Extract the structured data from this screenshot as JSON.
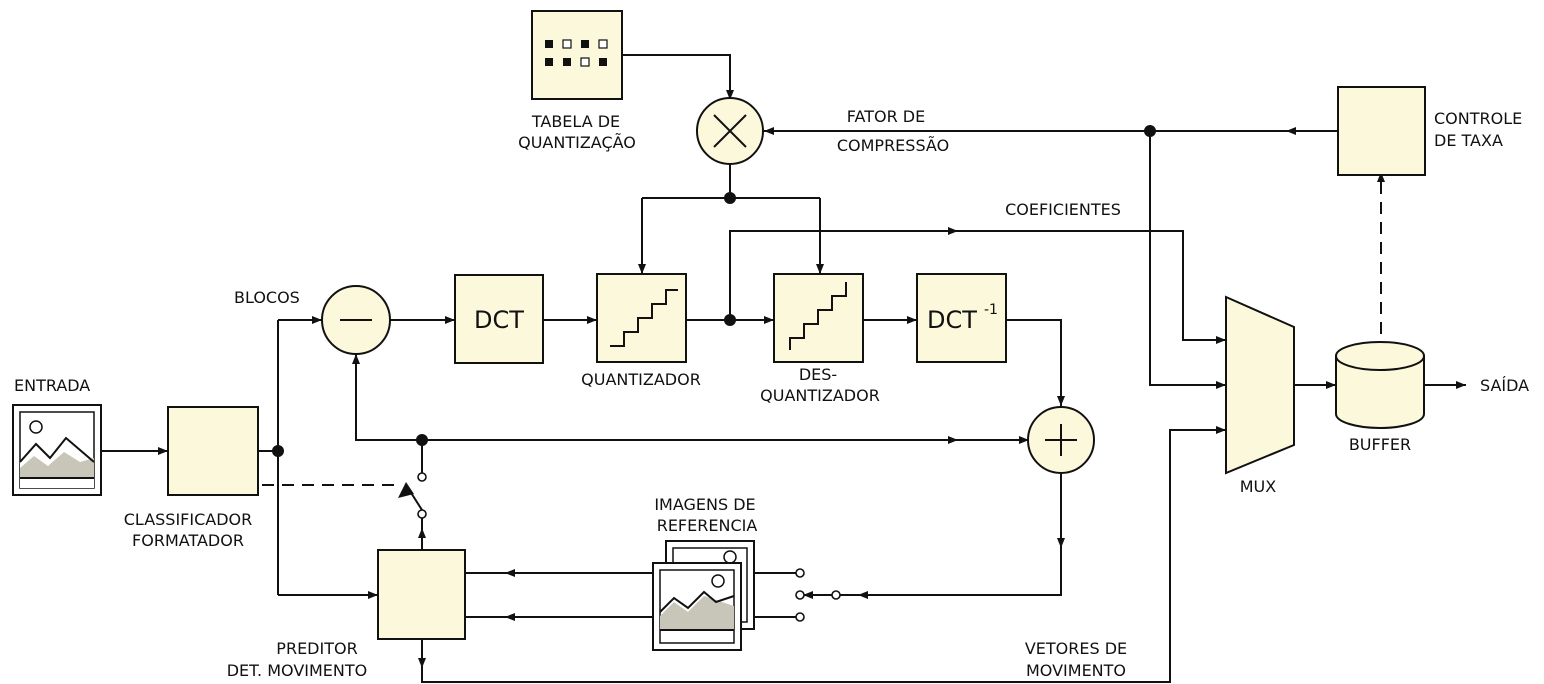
{
  "labels": {
    "entrada": "ENTRADA",
    "classificador_1": "CLASSIFICADOR",
    "classificador_2": "FORMATADOR",
    "blocos": "BLOCOS",
    "dct": "DCT",
    "idct": "DCT",
    "idct_sup": "-1",
    "quantizador": "QUANTIZADOR",
    "desquantizador_1": "DES-",
    "desquantizador_2": "QUANTIZADOR",
    "tabela_1": "TABELA DE",
    "tabela_2": "QUANTIZAÇÃO",
    "fator_1": "FATOR DE",
    "fator_2": "COMPRESSÃO",
    "coeficientes": "COEFICIENTES",
    "controle_1": "CONTROLE",
    "controle_2": "DE TAXA",
    "mux": "MUX",
    "buffer": "BUFFER",
    "saida": "SAÍDA",
    "imagens_1": "IMAGENS DE",
    "imagens_2": "REFERENCIA",
    "preditor_1": "PREDITOR",
    "preditor_2": "DET. MOVIMENTO",
    "vetores_1": "VETORES DE",
    "vetores_2": "MOVIMENTO"
  },
  "icons": {
    "input_image": "image-icon",
    "quant_table": "grid-pattern-icon",
    "multiplier": "multiply-icon",
    "subtractor": "minus-icon",
    "adder": "plus-icon",
    "quantizer": "staircase-icon",
    "buffer": "cylinder-icon",
    "mode_switch": "switch-icon"
  },
  "colors": {
    "box_fill": "#fcf8dc",
    "stroke": "#111111",
    "image_gray": "#c8c6b8"
  }
}
